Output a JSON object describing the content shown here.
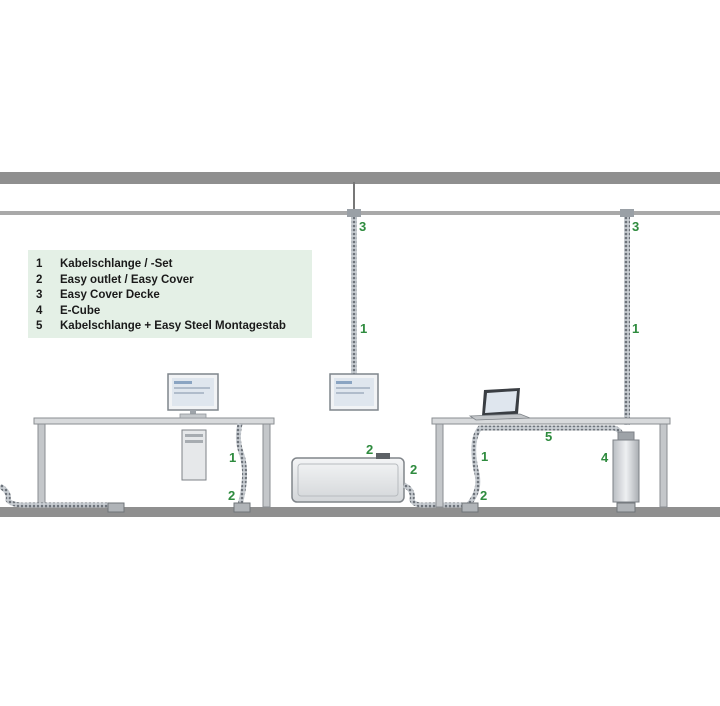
{
  "legend": {
    "items": [
      {
        "num": "1",
        "label": "Kabelschlange / -Set"
      },
      {
        "num": "2",
        "label": "Easy outlet / Easy Cover"
      },
      {
        "num": "3",
        "label": "Easy Cover Decke"
      },
      {
        "num": "4",
        "label": "E-Cube"
      },
      {
        "num": "5",
        "label": "Kabelschlange + Easy Steel Montagestab"
      }
    ]
  },
  "callouts": {
    "ceiling_left_3": "3",
    "ceiling_right_3": "3",
    "drop_left_1": "1",
    "drop_right_1": "1",
    "desk1_riser_1": "1",
    "desk1_outlet_2": "2",
    "cabinet_top_2": "2",
    "cabinet_side_2": "2",
    "desk2_riser_1": "1",
    "desk2_outlet_2": "2",
    "desk2_cable_5": "5",
    "ecube_4": "4"
  },
  "colors": {
    "callout_green": "#2e8b3e",
    "legend_bg": "#e4f0e6",
    "structure_gray": "#8f8f8f"
  }
}
